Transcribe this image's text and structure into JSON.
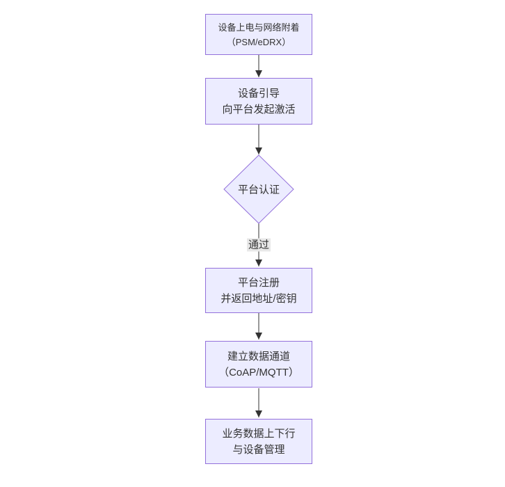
{
  "palette": {
    "background": "#ffffff",
    "node_fill": "#ececff",
    "node_border": "#9370db",
    "edge_color": "#333333",
    "text_color": "#333333",
    "edge_label_bg": "#e8e8e8"
  },
  "flowchart": {
    "nodes": {
      "attach": {
        "line1": "设备上电与网络附着",
        "line2": "（PSM/eDRX）"
      },
      "bootstrap": {
        "line1": "设备引导",
        "line2": "向平台发起激活"
      },
      "auth": {
        "label": "平台认证"
      },
      "register": {
        "line1": "平台注册",
        "line2": "并返回地址/密钥"
      },
      "channel": {
        "line1": "建立数据通道",
        "line2": "（CoAP/MQTT）"
      },
      "business": {
        "line1": "业务数据上下行",
        "line2": "与设备管理"
      }
    },
    "edges": {
      "auth_pass_label": "通过"
    }
  }
}
